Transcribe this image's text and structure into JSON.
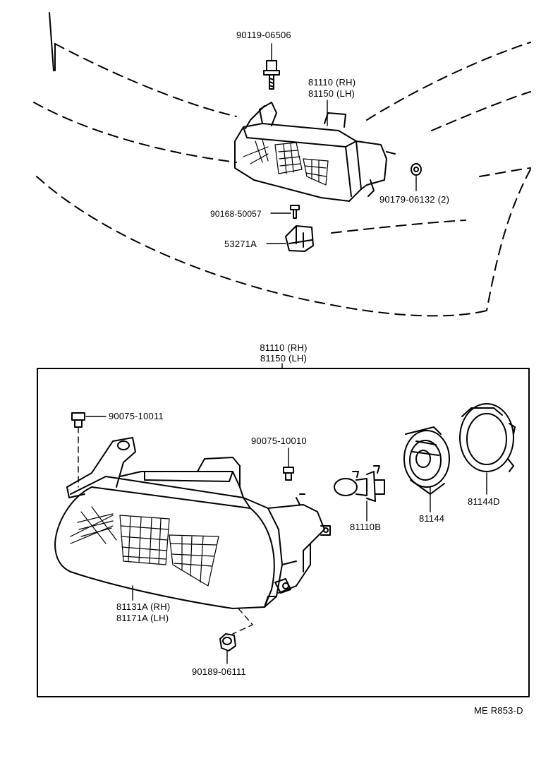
{
  "top": {
    "bolt_top": "90119-06506",
    "headlamp_rh": "81110 (RH)",
    "headlamp_lh": "81150 (LH)",
    "nut": "90179-06132 (2)",
    "screw": "90168-50057",
    "bracket": "53271A"
  },
  "detail": {
    "assembly_rh": "81110 (RH)",
    "assembly_lh": "81150 (LH)",
    "clip_a": "90075-10011",
    "clip_b": "90075-10010",
    "bulb": "81110B",
    "socket": "81144",
    "cover": "81144D",
    "lens_rh": "81131A (RH)",
    "lens_lh": "81171A (LH)",
    "grommet": "90189-06111"
  },
  "ref_code": "ME R853-D"
}
